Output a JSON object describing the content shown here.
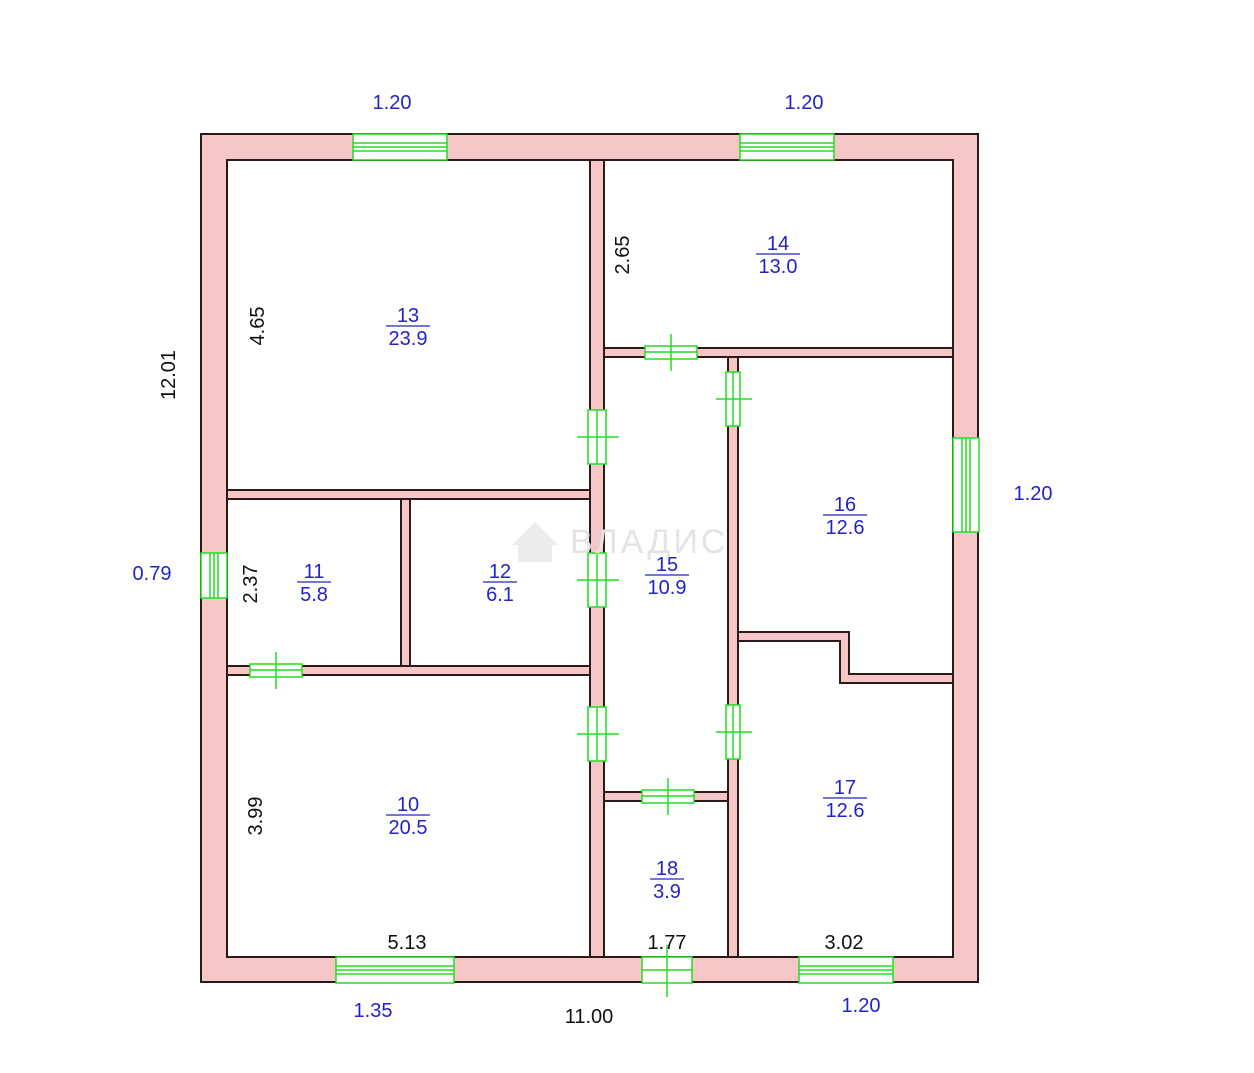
{
  "watermark": "ВЛАДИС",
  "colors": {
    "wall": "#f7c6c6",
    "stroke": "#2b1a1a",
    "opening": "#22dd22",
    "label_blue": "#2323c8",
    "label_black": "#111111"
  },
  "rooms": [
    {
      "id": "10",
      "number": "10",
      "area": "20.5"
    },
    {
      "id": "11",
      "number": "11",
      "area": "5.8"
    },
    {
      "id": "12",
      "number": "12",
      "area": "6.1"
    },
    {
      "id": "13",
      "number": "13",
      "area": "23.9"
    },
    {
      "id": "14",
      "number": "14",
      "area": "13.0"
    },
    {
      "id": "15",
      "number": "15",
      "area": "10.9"
    },
    {
      "id": "16",
      "number": "16",
      "area": "12.6"
    },
    {
      "id": "17",
      "number": "17",
      "area": "12.6"
    },
    {
      "id": "18",
      "number": "18",
      "area": "3.9"
    }
  ],
  "window_sizes": {
    "top_left": "1.20",
    "top_right": "1.20",
    "right": "1.20",
    "left": "0.79",
    "bottom_left": "1.35",
    "bottom_right": "1.20"
  },
  "dimensions": {
    "total_height": "12.01",
    "total_width": "11.00",
    "room13_height": "4.65",
    "room14_height": "2.65",
    "room11_height": "2.37",
    "room10_height": "3.99",
    "room10_width": "5.13",
    "room18_width": "1.77",
    "room17_width": "3.02"
  }
}
